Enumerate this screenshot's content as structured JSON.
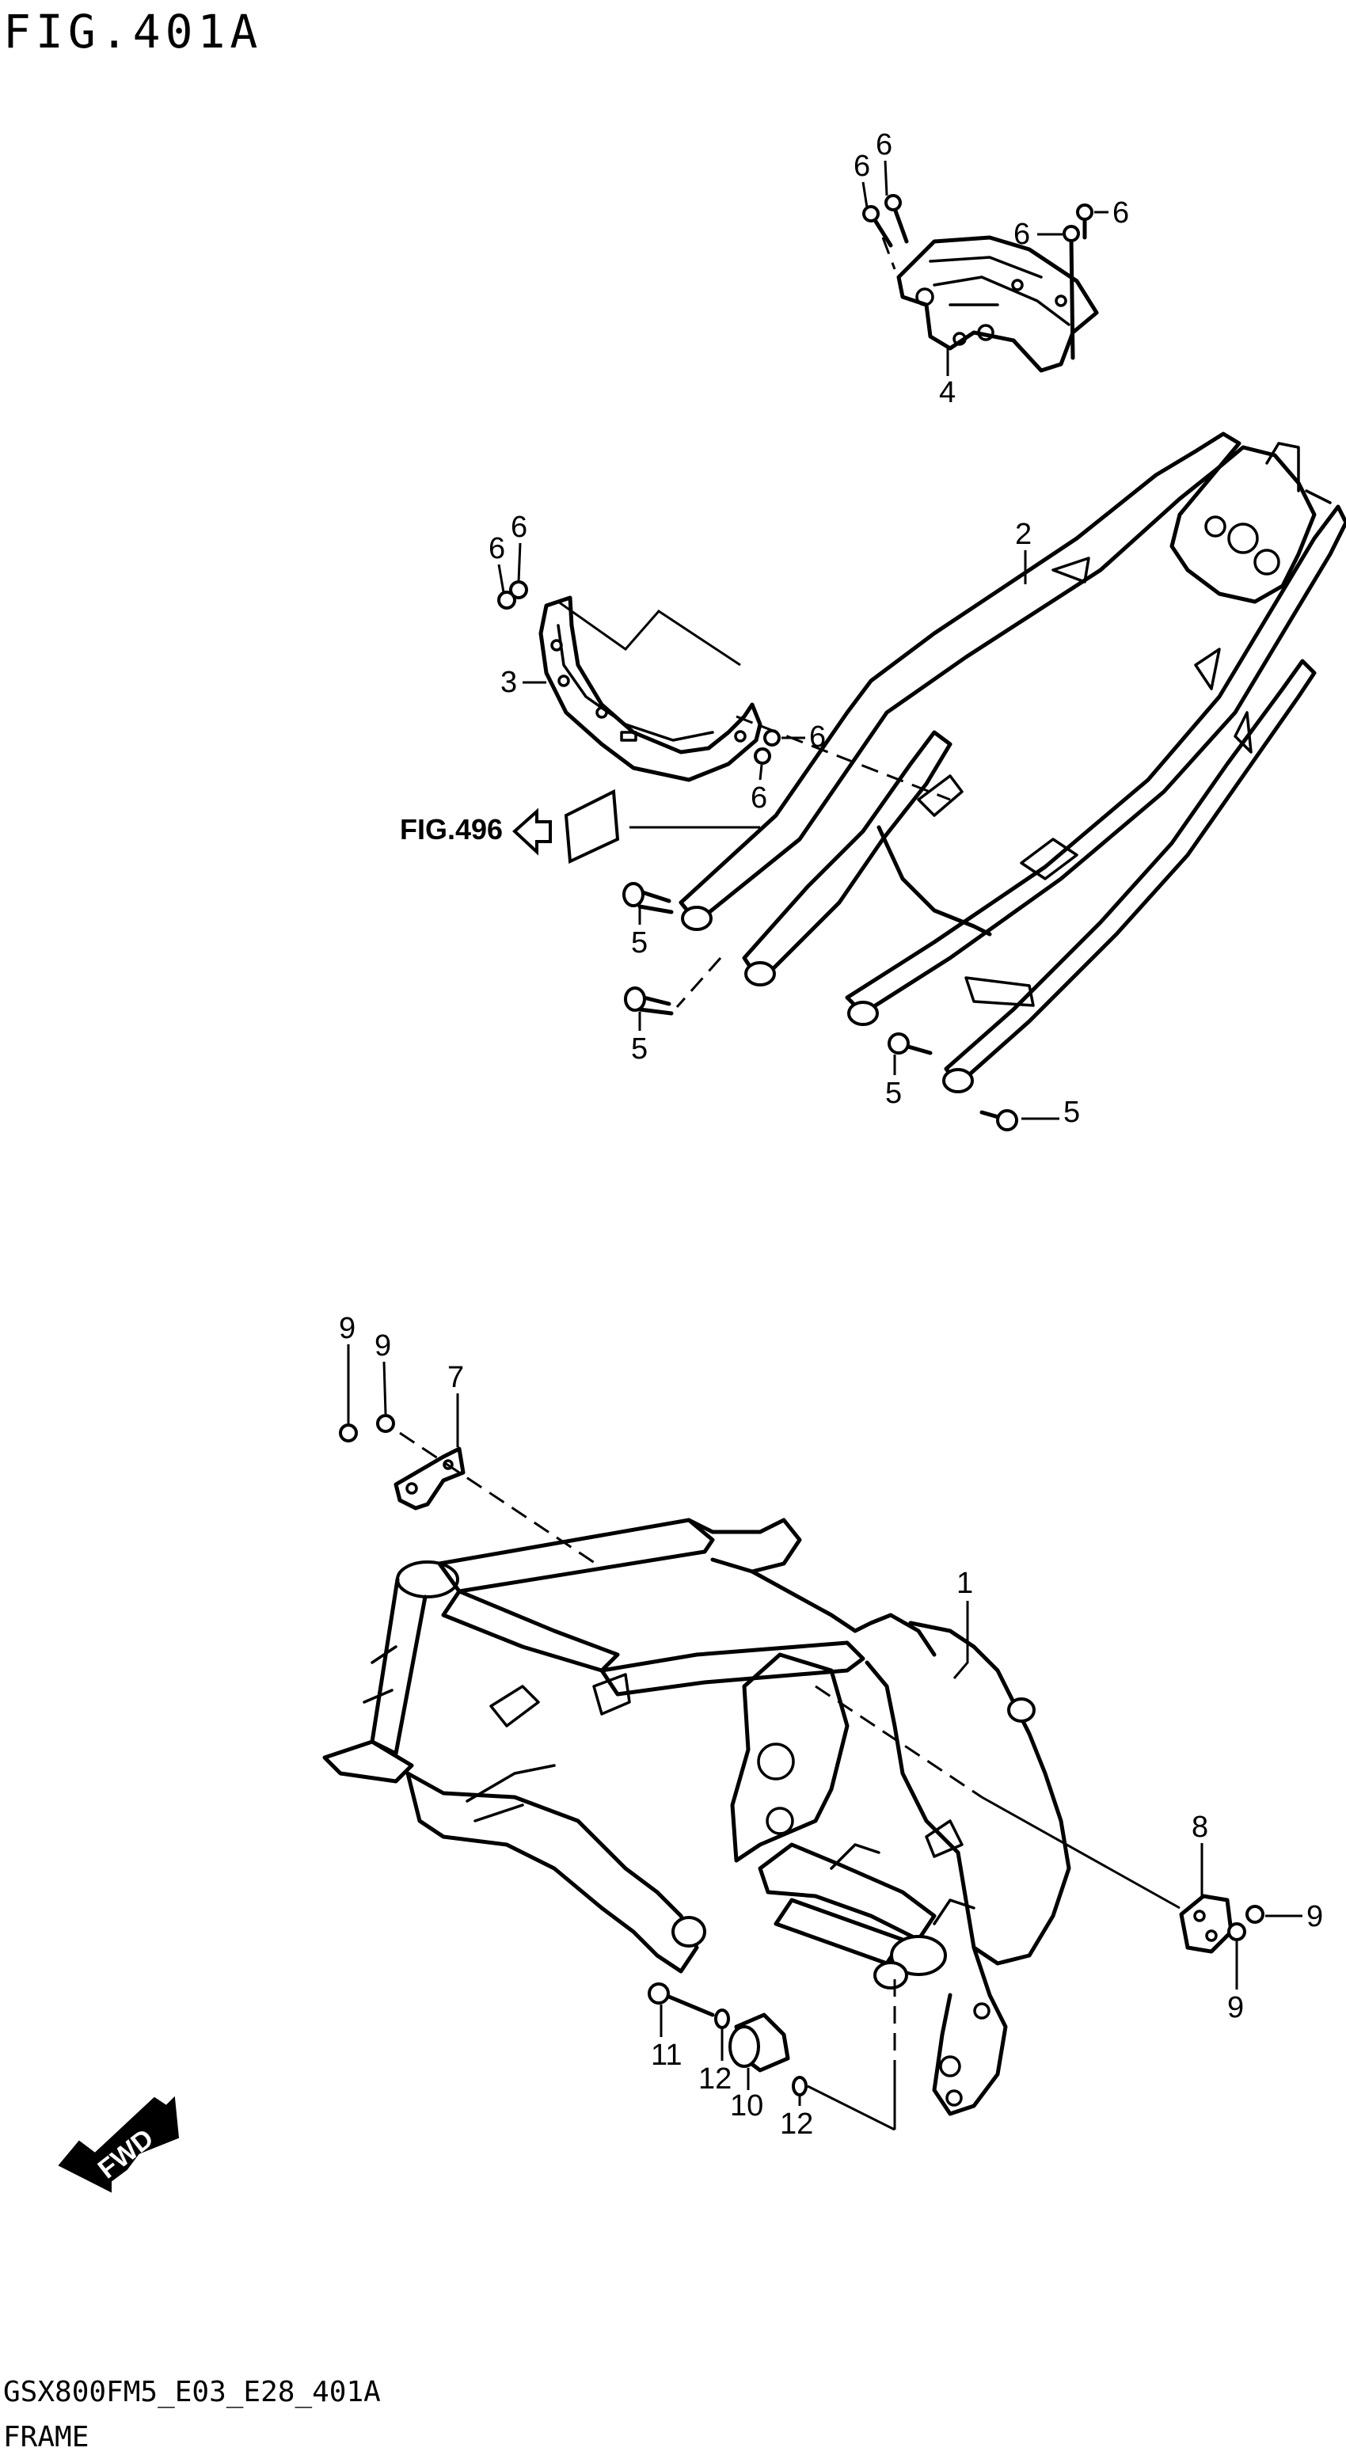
{
  "figure": {
    "title": "FIG.401A",
    "model_code": "GSX800FM5_E03_E28_401A",
    "section_name": "FRAME"
  },
  "reference": {
    "label": "FIG.496"
  },
  "direction_marker": {
    "label": "FWD"
  },
  "callouts": {
    "c1": "1",
    "c2": "2",
    "c3": "3",
    "c4": "4",
    "c5a": "5",
    "c5b": "5",
    "c5c": "5",
    "c5d": "5",
    "c6a": "6",
    "c6b": "6",
    "c6c": "6",
    "c6d": "6",
    "c6e": "6",
    "c6f": "6",
    "c6g": "6",
    "c6h": "6",
    "c7": "7",
    "c8": "8",
    "c9a": "9",
    "c9b": "9",
    "c9c": "9",
    "c9d": "9",
    "c10": "10",
    "c11": "11",
    "c12a": "12",
    "c12b": "12"
  }
}
